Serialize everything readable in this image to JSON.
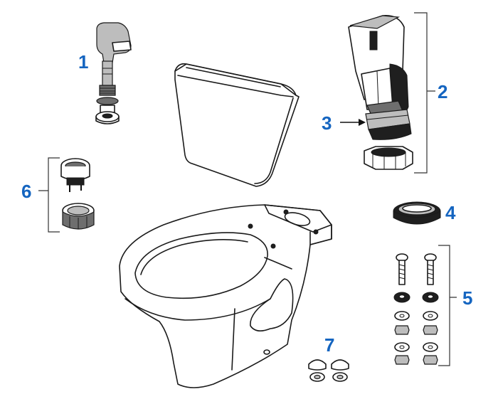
{
  "accent_color": "#1565c0",
  "callouts": {
    "c1": "1",
    "c2": "2",
    "c3": "3",
    "c4": "4",
    "c5": "5",
    "c6": "6",
    "c7": "7"
  }
}
